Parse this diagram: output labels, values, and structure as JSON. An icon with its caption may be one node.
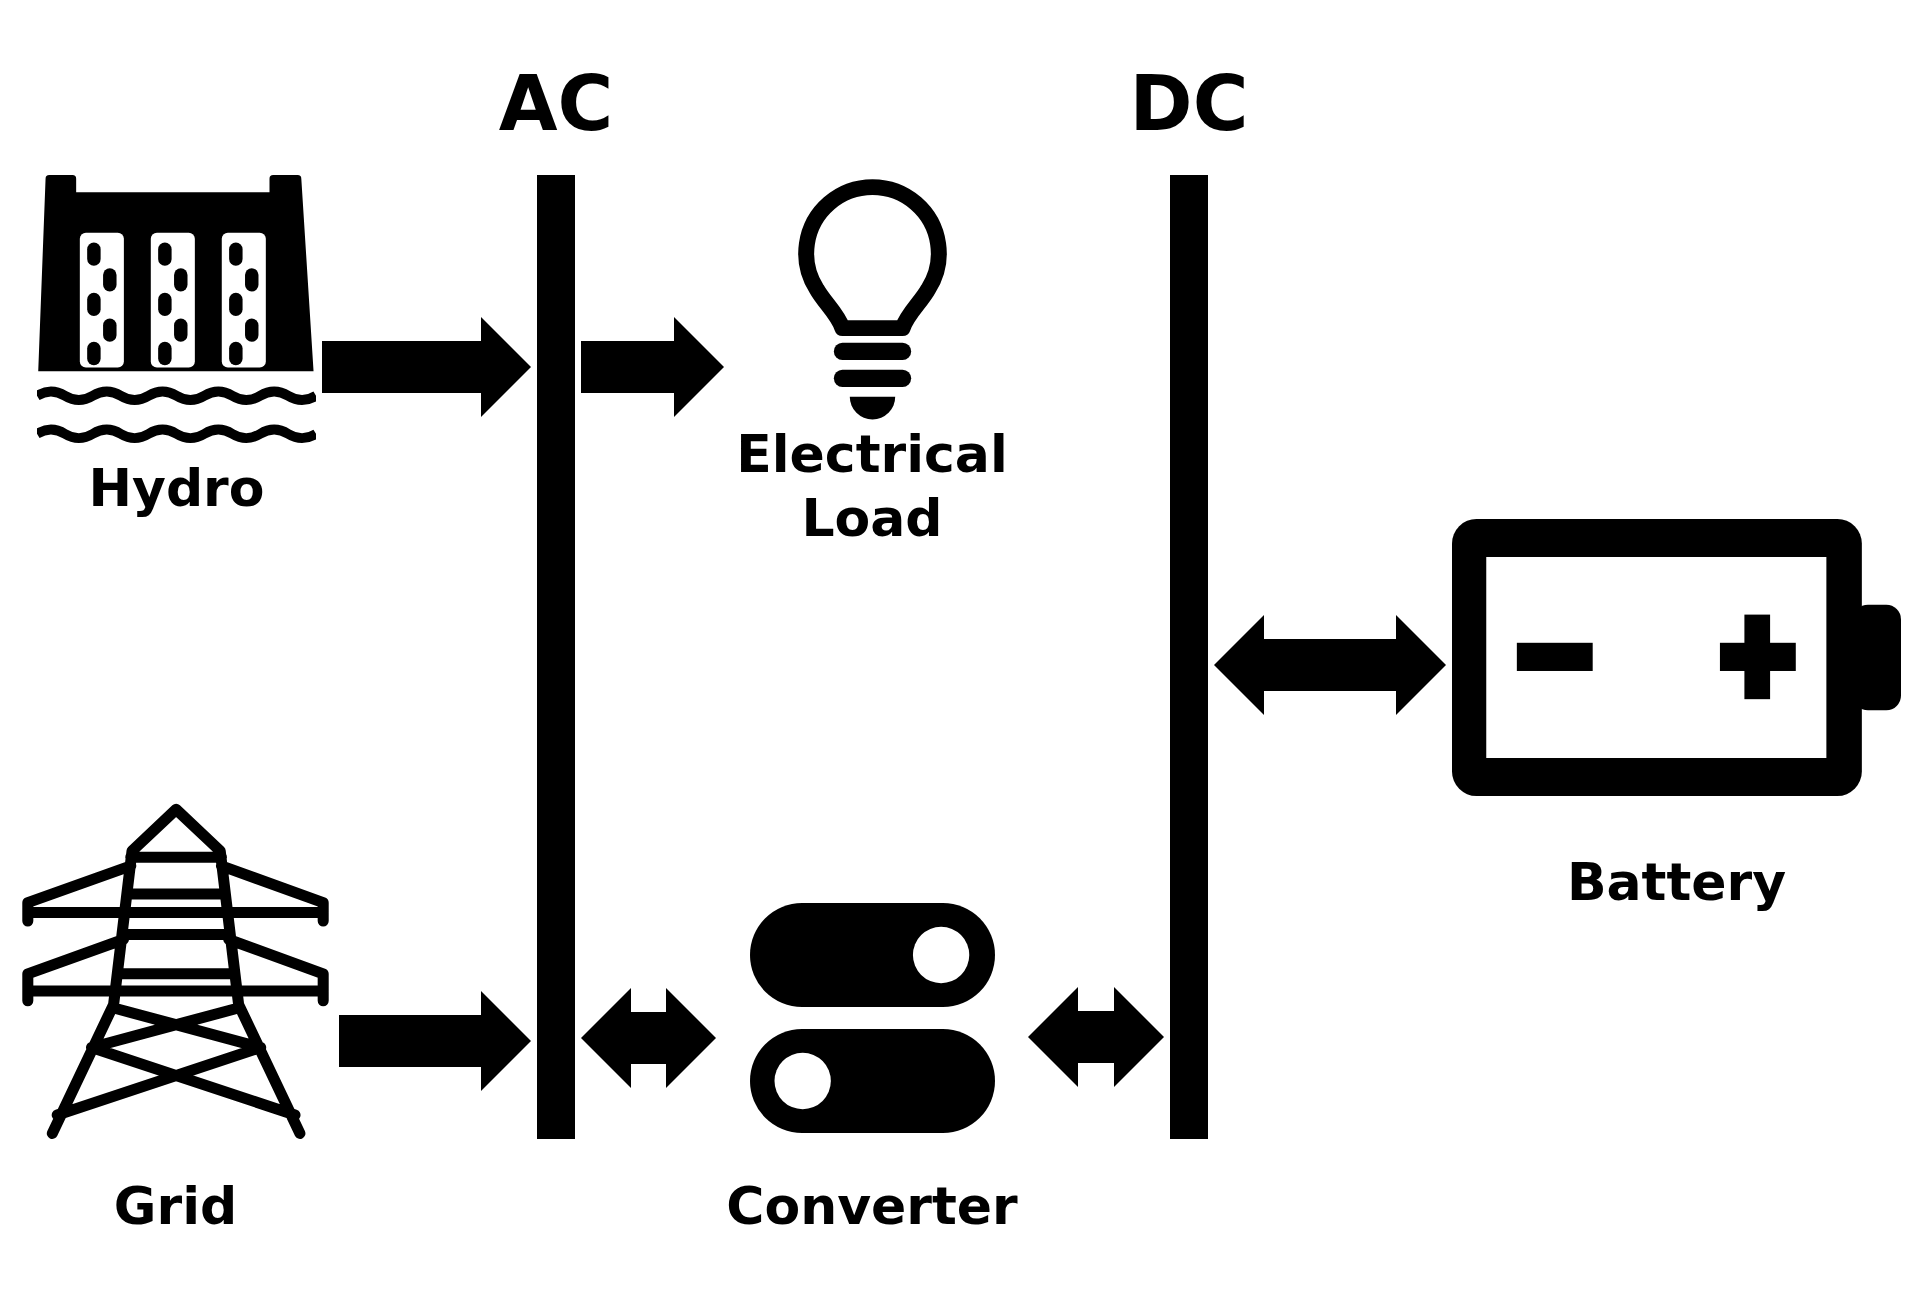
{
  "diagram": {
    "nodes": [
      {
        "text": [
          "AC"
        ]
      },
      {
        "text": [
          "DC"
        ]
      },
      {
        "text": [
          "Hydro"
        ]
      },
      {
        "text": [
          "Electrical Load"
        ]
      },
      {
        "text": [
          "Battery"
        ]
      },
      {
        "text": [
          "Grid"
        ]
      },
      {
        "text": [
          "Converter"
        ]
      }
    ],
    "edges": [
      {
        "from": 2,
        "to": 0,
        "arrow": "to"
      },
      {
        "from": 0,
        "to": 3,
        "arrow": "to"
      },
      {
        "from": 5,
        "to": 0,
        "arrow": "to"
      },
      {
        "from": 0,
        "to": 6,
        "arrow": "both"
      },
      {
        "from": 6,
        "to": 1,
        "arrow": "both"
      },
      {
        "from": 1,
        "to": 4,
        "arrow": "both"
      }
    ]
  }
}
